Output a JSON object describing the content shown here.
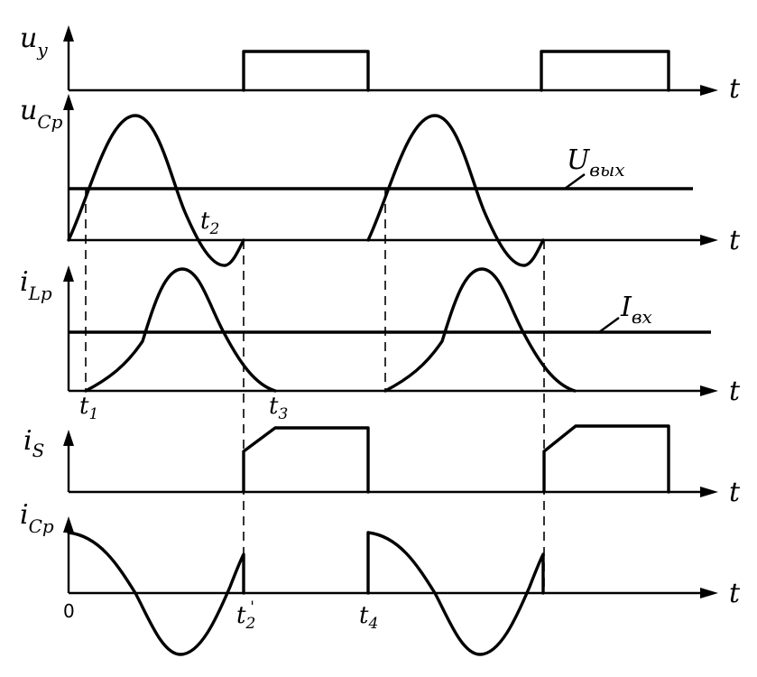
{
  "panels": [
    {
      "id": "uy",
      "y_main": "u",
      "y_sub": "y",
      "x_label": "t"
    },
    {
      "id": "ucp",
      "y_main": "u",
      "y_sub": "Cp",
      "x_label": "t"
    },
    {
      "id": "ilp",
      "y_main": "i",
      "y_sub": "Lp",
      "x_label": "t"
    },
    {
      "id": "is",
      "y_main": "i",
      "y_sub": "S",
      "x_label": "t"
    },
    {
      "id": "icp",
      "y_main": "i",
      "y_sub": "Cp",
      "x_label": "t"
    }
  ],
  "levels": {
    "u_out": {
      "main": "U",
      "sub": "вых"
    },
    "i_in": {
      "main": "I",
      "sub": "вх"
    }
  },
  "time_marks": {
    "origin": "0",
    "t1": {
      "main": "t",
      "sub": "1"
    },
    "t2": {
      "main": "t",
      "sub": "2"
    },
    "t2p": {
      "main": "t",
      "sub": "2",
      "prime": "'"
    },
    "t3": {
      "main": "t",
      "sub": "3"
    },
    "t4": {
      "main": "t",
      "sub": "4"
    }
  }
}
